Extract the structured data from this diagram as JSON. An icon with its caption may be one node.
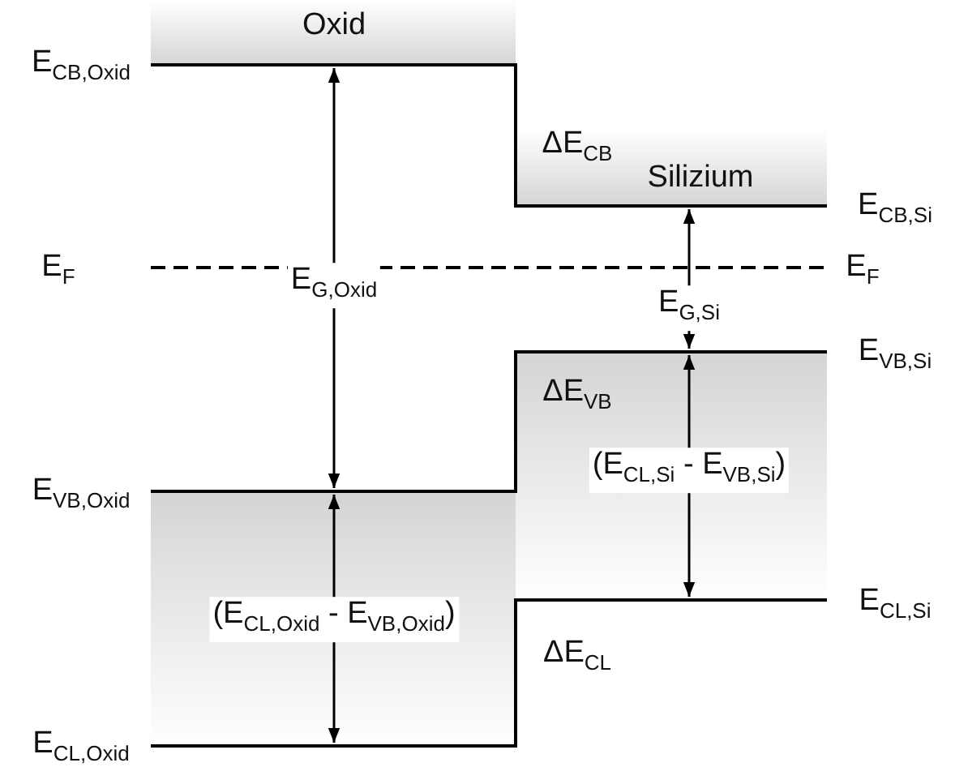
{
  "diagram": {
    "labels": [
      "Oxid",
      "E$_{CB,Oxid}$",
      "ΔE$_{CB}$",
      "Silizium",
      "E$_{CB,Si}$",
      "E$_{G,Oxid}$",
      "E$_{F}$",
      "E$_{F}$",
      "E$_{G,Si}$",
      "E$_{VB,Si}$",
      "ΔE$_{VB}$",
      "(E$_{CL,Si}$ - E$_{VB,Si}$)",
      "E$_{VB,Oxid}$",
      "(E$_{CL,Oxid}$ - E$_{VB,Oxid}$)",
      "E$_{CL,Si}$",
      "ΔE$_{CL}$",
      "E$_{CL,Oxid}$"
    ]
  }
}
